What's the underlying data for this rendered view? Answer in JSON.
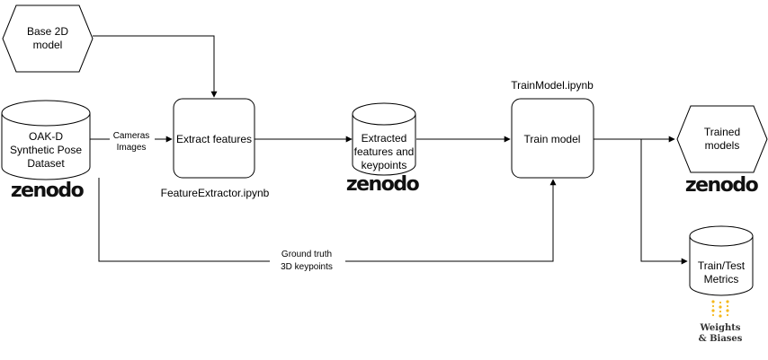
{
  "nodes": {
    "base_model": {
      "line1": "Base 2D",
      "line2": "model"
    },
    "dataset": {
      "line1": "OAK-D",
      "line2": "Synthetic Pose",
      "line3": "Dataset"
    },
    "extract": {
      "label": "Extract features",
      "caption": "FeatureExtractor.ipynb"
    },
    "extracted": {
      "line1": "Extracted",
      "line2": "features and",
      "line3": "keypoints"
    },
    "train": {
      "label": "Train model",
      "caption": "TrainModel.ipynb"
    },
    "trained": {
      "line1": "Trained",
      "line2": "models"
    },
    "metrics": {
      "line1": "Train/Test",
      "line2": "Metrics"
    }
  },
  "edges": {
    "cameras": {
      "line1": "Cameras",
      "line2": "Images"
    },
    "ground_truth": {
      "line1": "Ground truth",
      "line2": "3D keypoints"
    }
  },
  "logos": {
    "zenodo": "zenodo",
    "wandb_line1": "Weights",
    "wandb_line2": "& Biases",
    "wandb_dot_color": "#f5b81b"
  }
}
